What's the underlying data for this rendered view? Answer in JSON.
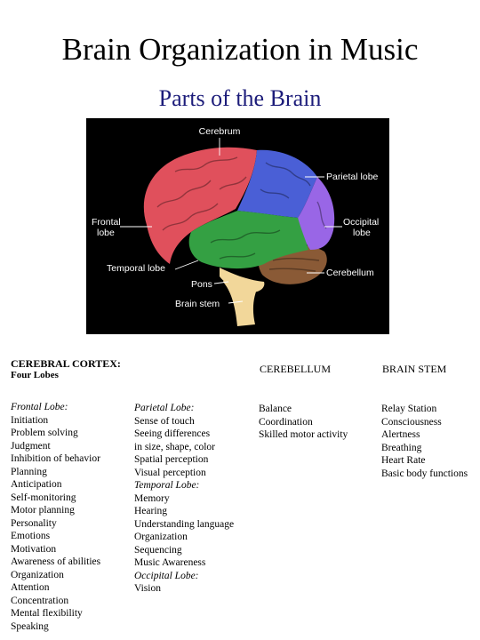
{
  "title": "Brain Organization in Music",
  "subtitle": "Parts of the Brain",
  "diagram": {
    "labels": {
      "cerebrum": "Cerebrum",
      "parietal": "Parietal lobe",
      "frontal_1": "Frontal",
      "frontal_2": "lobe",
      "occipital_1": "Occipital",
      "occipital_2": "lobe",
      "temporal": "Temporal lobe",
      "cerebellum": "Cerebellum",
      "pons": "Pons",
      "brainstem": "Brain stem"
    },
    "colors": {
      "frontal": "#e0505c",
      "parietal": "#4a5fd6",
      "occipital": "#9966e6",
      "temporal": "#34a043",
      "cerebellum": "#8a5a36",
      "stem": "#f2d79a",
      "background": "#000000"
    }
  },
  "columns": {
    "cortex": {
      "heading": "CEREBRAL CORTEX:",
      "subheading": "Four Lobes",
      "frontal_heading": "Frontal Lobe:",
      "frontal_items": [
        "Initiation",
        "Problem solving",
        "Judgment",
        "Inhibition of behavior",
        "Planning",
        "Anticipation",
        "Self-monitoring",
        "Motor planning",
        "Personality",
        "Emotions",
        "Motivation",
        "Awareness of abilities",
        "Organization",
        "Attention",
        "Concentration",
        "Mental flexibility",
        "Speaking"
      ],
      "parietal_heading": "Parietal Lobe:",
      "parietal_items": [
        "Sense of touch",
        "Seeing differences",
        "in size, shape, color",
        "Spatial perception",
        "Visual perception"
      ],
      "temporal_heading": "Temporal Lobe:",
      "temporal_items": [
        "Memory",
        "Hearing",
        "Understanding language",
        "Organization",
        "Sequencing",
        "Music Awareness"
      ],
      "occipital_heading": "Occipital Lobe:",
      "occipital_items": [
        "Vision"
      ]
    },
    "cerebellum": {
      "heading": "CEREBELLUM",
      "items": [
        "Balance",
        "Coordination",
        "Skilled motor activity"
      ]
    },
    "brainstem": {
      "heading": "BRAIN STEM",
      "items": [
        "Relay Station",
        "Consciousness",
        "Alertness",
        "Breathing",
        "Heart Rate",
        "Basic body functions"
      ]
    }
  }
}
